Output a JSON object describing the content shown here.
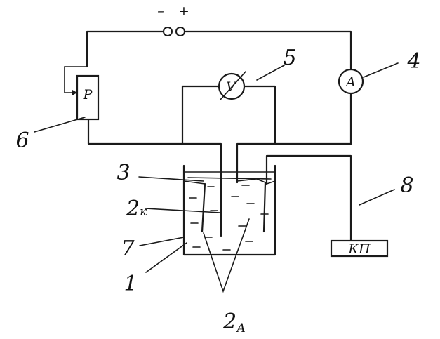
{
  "power_source": {
    "minus": "–",
    "plus": "+"
  },
  "rheostat": {
    "symbol": "P"
  },
  "ammeter": {
    "symbol": "A"
  },
  "voltmeter": {
    "symbol": "V"
  },
  "controller": {
    "label": "КП"
  },
  "labels": {
    "l1": "1",
    "l2k": "2",
    "l2k_sub": "к",
    "l2a": "2",
    "l2a_sub": "А",
    "l3": "3",
    "l4": "4",
    "l5": "5",
    "l6": "6",
    "l7": "7",
    "l8": "8"
  }
}
